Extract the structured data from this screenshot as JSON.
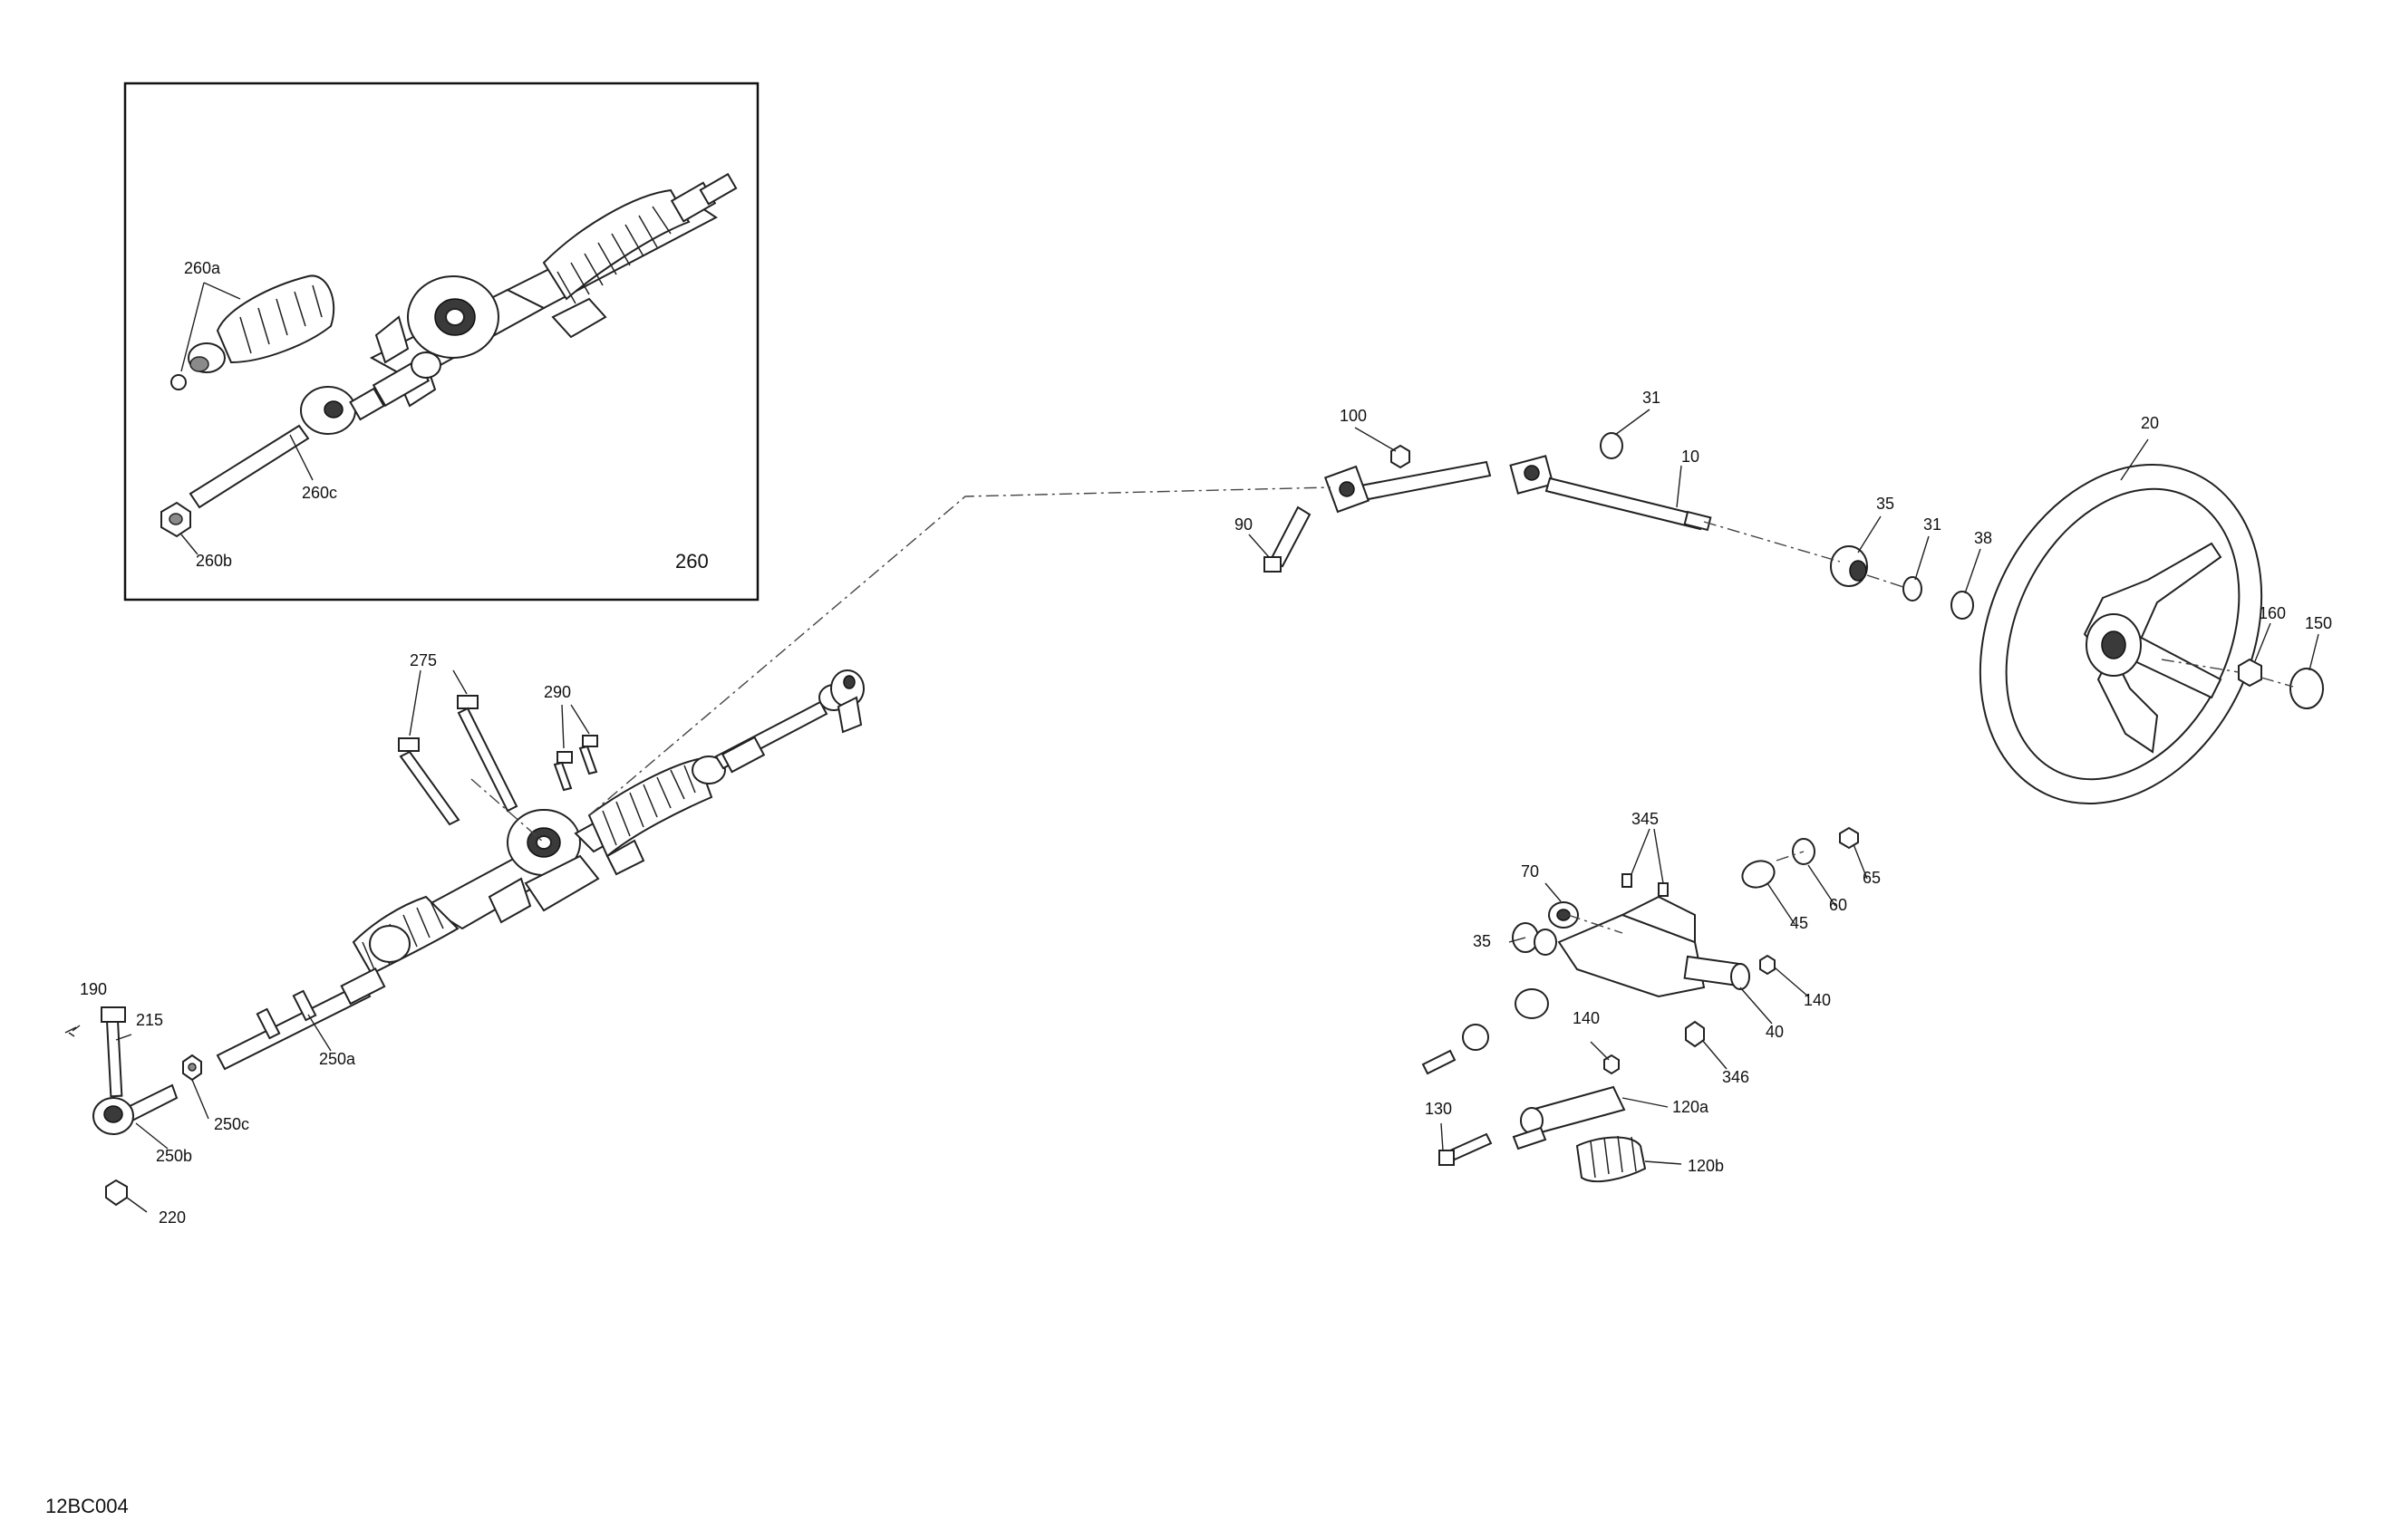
{
  "diagram_code": "12BC004",
  "inset": {
    "number": "260"
  },
  "labels": {
    "260a": "260a",
    "260b": "260b",
    "260c": "260c",
    "275": "275",
    "290": "290",
    "250a": "250a",
    "250b": "250b",
    "250c": "250c",
    "190": "190",
    "215": "215",
    "220": "220",
    "100": "100",
    "90": "90",
    "31a": "31",
    "10": "10",
    "35a": "35",
    "31b": "31",
    "38": "38",
    "20": "20",
    "160": "160",
    "150": "150",
    "345": "345",
    "70": "70",
    "35b": "35",
    "45": "45",
    "60": "60",
    "65": "65",
    "140a": "140",
    "140b": "140",
    "40": "40",
    "346": "346",
    "130": "130",
    "120a": "120a",
    "120b": "120b"
  }
}
